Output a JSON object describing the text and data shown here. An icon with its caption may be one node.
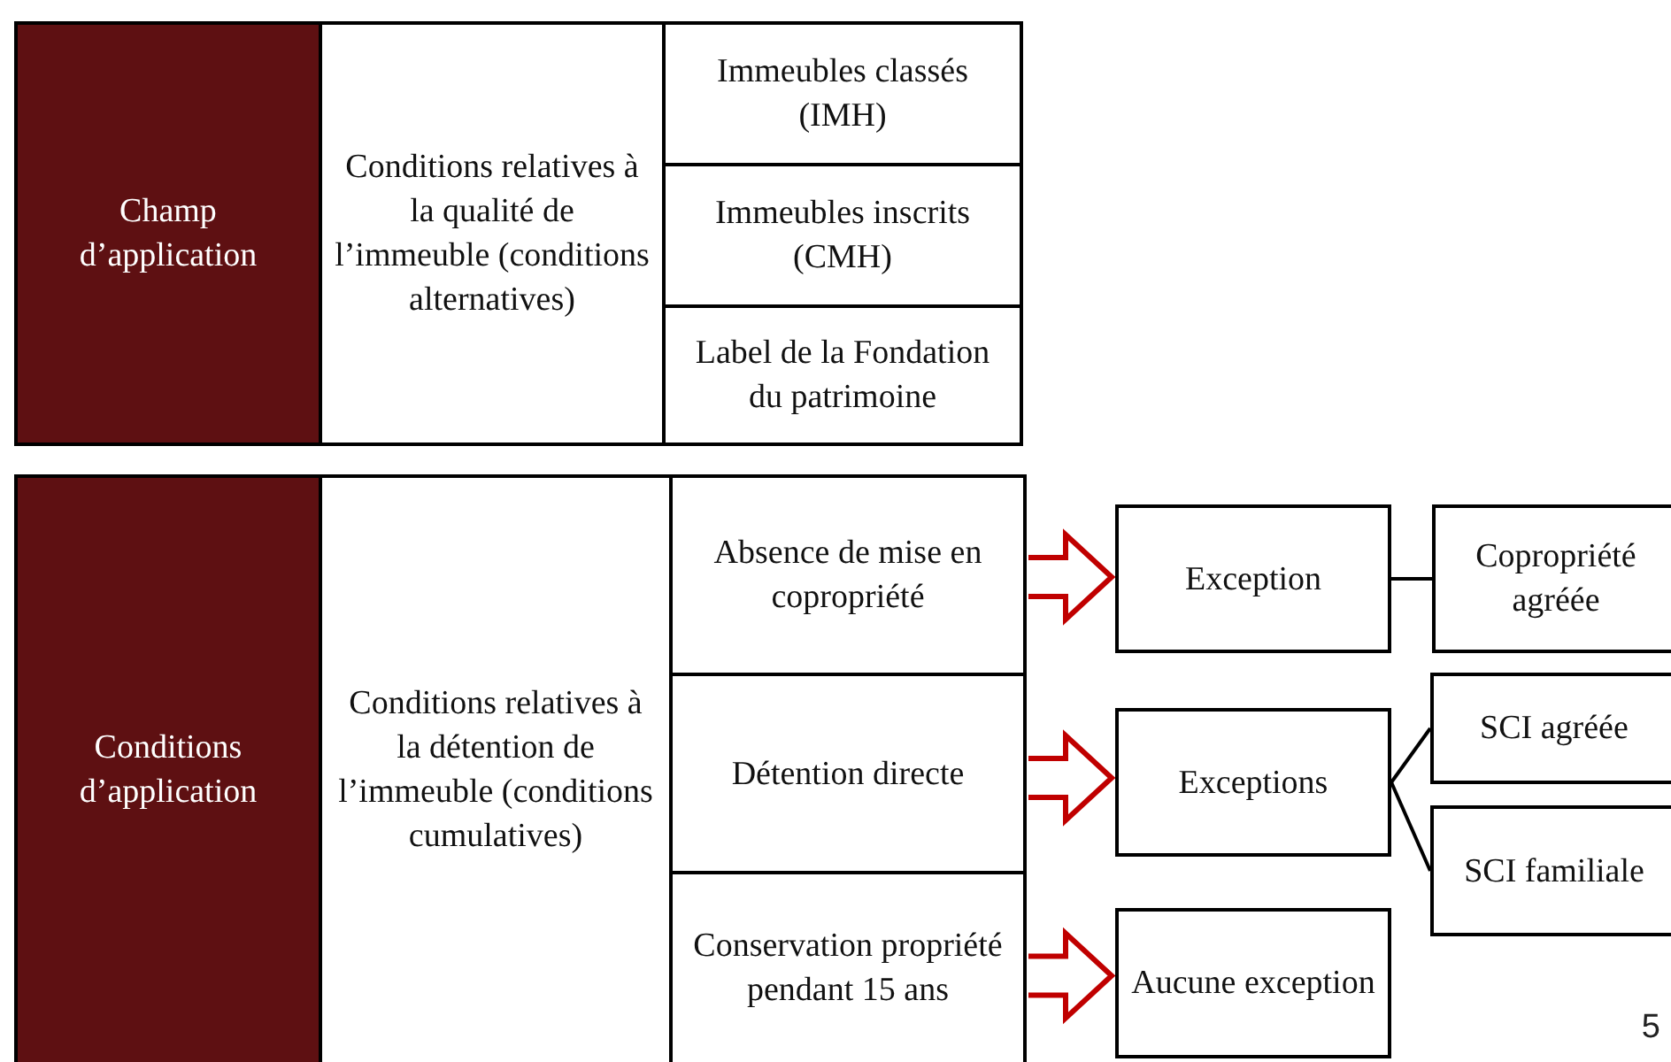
{
  "diagram": {
    "nodes": [
      {
        "text": [
          "Champ d’application"
        ]
      },
      {
        "text": [
          "Conditions relatives à la qualité de l’immeuble (conditions alternatives)"
        ]
      },
      {
        "text": [
          "Immeubles classés (IMH)"
        ]
      },
      {
        "text": [
          "Immeubles inscrits (CMH)"
        ]
      },
      {
        "text": [
          "Label de la Fondation du patrimoine"
        ]
      },
      {
        "text": [
          "Conditions d’application"
        ]
      },
      {
        "text": [
          "Conditions relatives à la détention de l’immeuble (conditions cumulatives)"
        ]
      },
      {
        "text": [
          "Absence de mise en copropriété"
        ]
      },
      {
        "text": [
          "Détention directe"
        ]
      },
      {
        "text": [
          "Conservation propriété pendant 15 ans"
        ]
      },
      {
        "text": [
          "Exception"
        ]
      },
      {
        "text": [
          "Copropriété agréée"
        ]
      },
      {
        "text": [
          "Exceptions"
        ]
      },
      {
        "text": [
          "SCI agréée"
        ]
      },
      {
        "text": [
          "SCI familiale"
        ]
      },
      {
        "text": [
          "Aucune exception"
        ]
      }
    ],
    "edges": [
      {
        "from": 7,
        "to": 10,
        "arrow": "to",
        "color": "#c00000"
      },
      {
        "from": 8,
        "to": 12,
        "arrow": "to",
        "color": "#c00000"
      },
      {
        "from": 9,
        "to": 15,
        "arrow": "to",
        "color": "#c00000"
      },
      {
        "from": 10,
        "to": 11,
        "arrow": "none"
      },
      {
        "from": 12,
        "to": 13,
        "arrow": "none"
      },
      {
        "from": 12,
        "to": 14,
        "arrow": "none"
      }
    ],
    "labels": [
      "5"
    ]
  }
}
